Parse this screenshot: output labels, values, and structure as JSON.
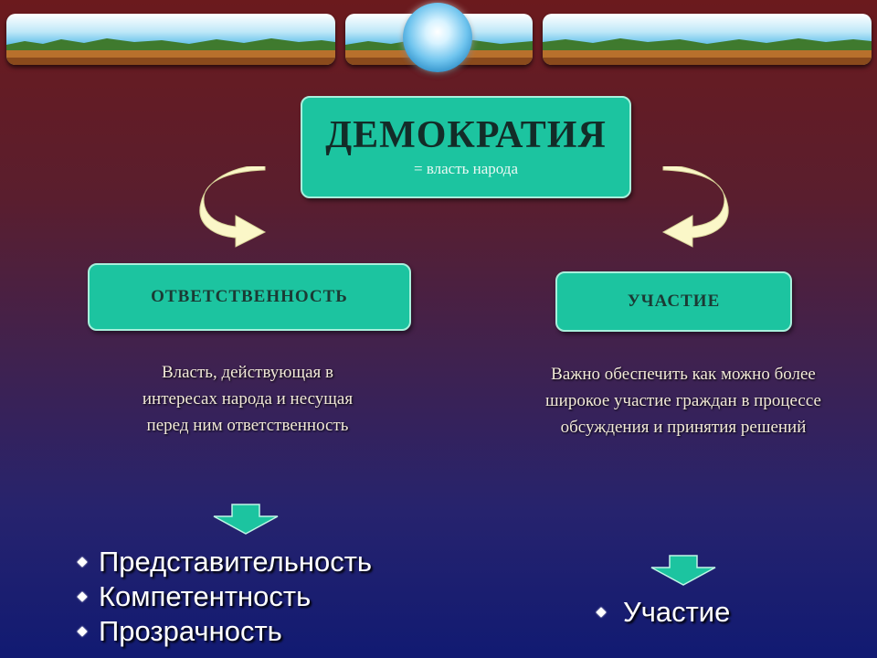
{
  "decor": {
    "bands": [
      "landscape-band-left",
      "landscape-band-center",
      "landscape-band-right"
    ],
    "colors": {
      "box_fill": "#1cc4a0",
      "box_border": "#a8f0dc",
      "arrow_fill": "#fbf7c8",
      "down_arrow_fill": "#1cc4a0"
    }
  },
  "main": {
    "title": "ДЕМОКРАТИЯ",
    "subtitle": "= власть народа"
  },
  "left": {
    "label": "ОТВЕТСТВЕННОСТЬ",
    "description": [
      "Власть, действующая в",
      "интересах народа и несущая",
      "перед ним ответственность"
    ],
    "bullets": [
      "Представительность",
      "Компетентность",
      "Прозрачность"
    ]
  },
  "right": {
    "label": "УЧАСТИЕ",
    "description": [
      "Важно обеспечить как можно более",
      "широкое участие граждан в процессе",
      "обсуждения и принятия решений"
    ],
    "bullets": [
      "Участие"
    ]
  }
}
